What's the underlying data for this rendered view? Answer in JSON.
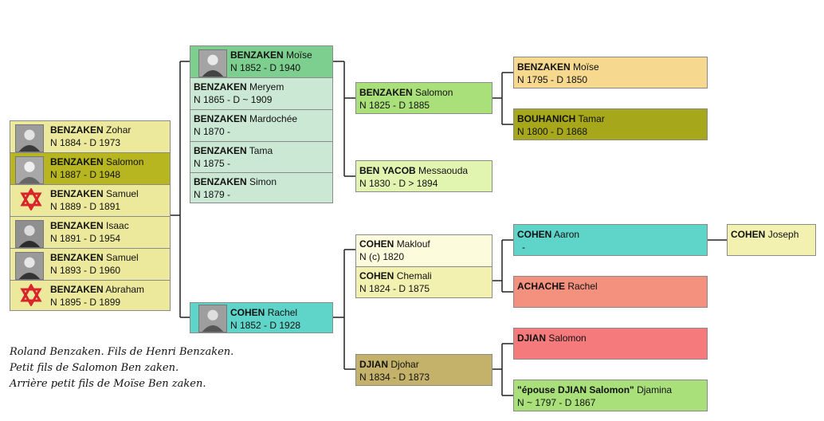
{
  "colors": {
    "pale_yellow": "#ece99c",
    "olive": "#b7b620",
    "olive_dark": "#a6a71a",
    "green_header": "#7ccf8e",
    "mint": "#cbe8d4",
    "teal": "#5fd4c8",
    "lime": "#a9e07a",
    "lime_pale": "#e1f5b0",
    "peach": "#f6d98f",
    "khaki": "#c4b16a",
    "cream": "#fcfbdc",
    "cream_yellow": "#f3f1b0",
    "salmon": "#f3907e",
    "rose": "#f57a7b",
    "star_red": "#d9232a"
  },
  "siblings": [
    {
      "surname": "BENZAKEN",
      "given": "Zohar",
      "dates": "N 1884 - D 1973",
      "icon": "photo"
    },
    {
      "surname": "BENZAKEN",
      "given": "Salomon",
      "dates": "N 1887 - D 1948",
      "icon": "photo"
    },
    {
      "surname": "BENZAKEN",
      "given": "Samuel",
      "dates": "N 1889 - D 1891",
      "icon": "star-of-david"
    },
    {
      "surname": "BENZAKEN",
      "given": "Isaac",
      "dates": "N 1891 - D 1954",
      "icon": "photo"
    },
    {
      "surname": "BENZAKEN",
      "given": "Samuel",
      "dates": "N 1893 - D 1960",
      "icon": "photo"
    },
    {
      "surname": "BENZAKEN",
      "given": "Abraham",
      "dates": "N 1895 - D 1899",
      "icon": "star-of-david"
    }
  ],
  "father_family": [
    {
      "surname": "BENZAKEN",
      "given": "Moïse",
      "dates": "N 1852 - D 1940",
      "icon": "photo"
    },
    {
      "surname": "BENZAKEN",
      "given": "Meryem",
      "dates": "N 1865 - D ~ 1909"
    },
    {
      "surname": "BENZAKEN",
      "given": "Mardochée",
      "dates": "N 1870 -"
    },
    {
      "surname": "BENZAKEN",
      "given": "Tama",
      "dates": "N 1875 -"
    },
    {
      "surname": "BENZAKEN",
      "given": "Simon",
      "dates": "N 1879 -"
    }
  ],
  "mother": {
    "surname": "COHEN",
    "given": "Rachel",
    "dates": "N 1852 - D 1928",
    "icon": "photo"
  },
  "grandparents": {
    "paternal_gf": {
      "surname": "BENZAKEN",
      "given": "Salomon",
      "dates": "N 1825 - D 1885"
    },
    "paternal_gm": {
      "surname": "BEN YACOB",
      "given": "Messaouda",
      "dates": "N 1830 - D > 1894"
    },
    "maternal_gf_first": {
      "surname": "COHEN",
      "given": "Maklouf",
      "dates": "N (c) 1820"
    },
    "maternal_gf": {
      "surname": "COHEN",
      "given": "Chemali",
      "dates": "N 1824 - D 1875"
    },
    "maternal_gm": {
      "surname": "DJIAN",
      "given": "Djohar",
      "dates": "N 1834 - D 1873"
    }
  },
  "great_grandparents": {
    "gg1": {
      "surname": "BENZAKEN",
      "given": "Moïse",
      "dates": "N 1795 - D 1850"
    },
    "gg2": {
      "surname": "BOUHANICH",
      "given": "Tamar",
      "dates": "N 1800 - D 1868"
    },
    "gg3": {
      "surname": "COHEN",
      "given": "Aaron",
      "dates": "-"
    },
    "gg4": {
      "surname": "ACHACHE",
      "given": "Rachel",
      "dates": ""
    },
    "gg5": {
      "surname": "DJIAN",
      "given": "Salomon",
      "dates": ""
    },
    "gg6": {
      "surname": "\"épouse DJIAN Salomon\"",
      "given": "Djamina",
      "dates": "N ~ 1797 - D 1867"
    }
  },
  "great_great": {
    "ggg1": {
      "surname": "COHEN",
      "given": "Joseph",
      "dates": ""
    }
  },
  "note": {
    "line1": "Roland Benzaken. Fils de Henri Benzaken.",
    "line2": "Petit fils de Salomon Ben zaken.",
    "line3": "Arrière petit fils de Moïse Ben zaken."
  }
}
